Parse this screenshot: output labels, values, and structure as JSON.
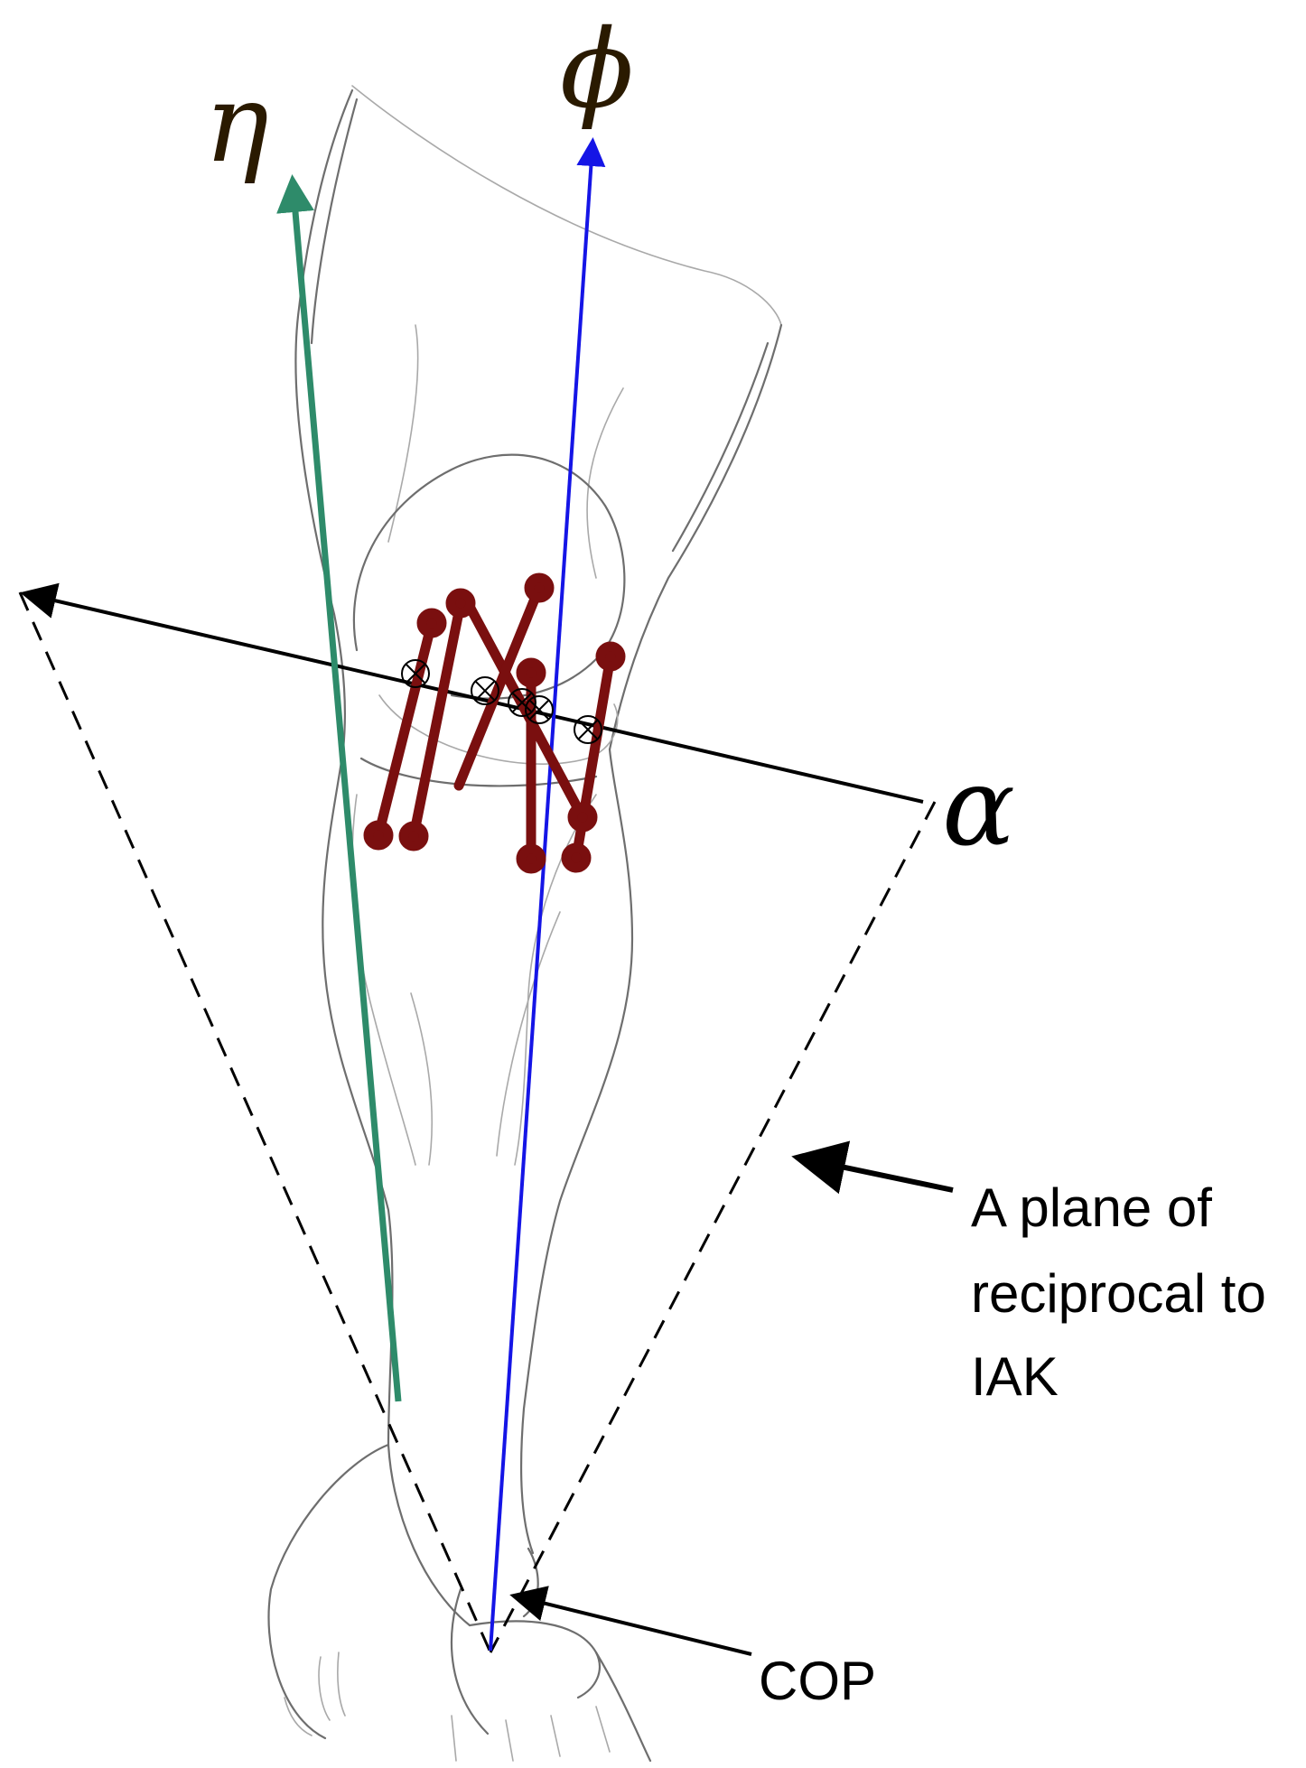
{
  "axes": {
    "eta": {
      "symbol": "η",
      "color": "#2e8b6a"
    },
    "phi": {
      "symbol": "ϕ",
      "color": "#1515e6"
    },
    "alpha": {
      "symbol": "α",
      "color": "#000000"
    }
  },
  "annotations": {
    "plane_line1": "A plane of",
    "plane_line2": "reciprocal to",
    "plane_line3": "IAK",
    "cop": "COP"
  },
  "colors": {
    "ligament": "#7a0f0f",
    "plane": "#000000",
    "sketch": "#6e6e6e"
  }
}
